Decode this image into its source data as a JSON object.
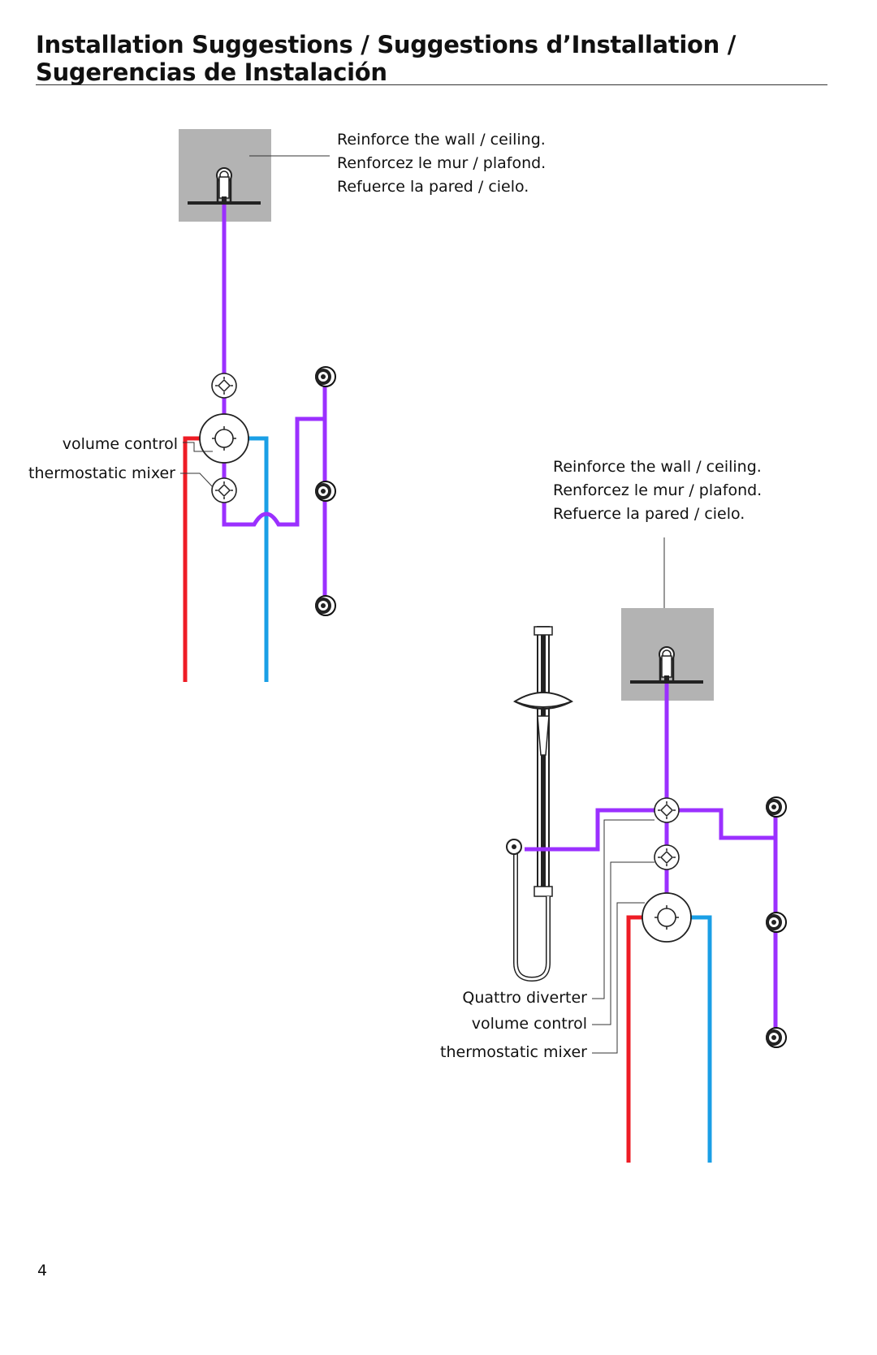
{
  "page": {
    "title_line1": "Installation Suggestions / Suggestions d’Installation /",
    "title_line2": "Sugerencias de Instalación",
    "page_number": "4"
  },
  "diagram1": {
    "reinforce_note": [
      "Reinforce the wall / ceiling.",
      "Renforcez le mur / plafond.",
      "Refuerce la pared / cielo."
    ],
    "labels": {
      "volume_control": "volume control",
      "thermostatic_mixer": "thermostatic mixer"
    }
  },
  "diagram2": {
    "reinforce_note": [
      "Reinforce the wall / ceiling.",
      "Renforcez le mur / plafond.",
      "Refuerce la pared / cielo."
    ],
    "labels": {
      "quattro_diverter": "Quattro diverter",
      "volume_control": "volume control",
      "thermostatic_mixer": "thermostatic mixer"
    }
  },
  "colors": {
    "mixed_water_pipe": "#9b30ff",
    "hot_water_pipe": "#ee1c25",
    "cold_water_pipe": "#1a9fe6",
    "reinforcement_panel": "#b3b3b3",
    "leader_line": "#333333"
  }
}
